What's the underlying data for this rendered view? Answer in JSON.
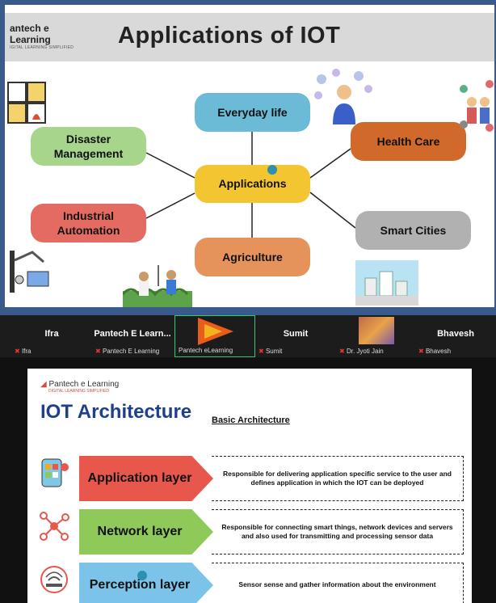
{
  "slide1": {
    "logo_line1": "antech e Learning",
    "logo_line2": "IGITAL LEARNING SIMPLIFIED",
    "title": "Applications of IOT",
    "nodes": {
      "center": "Applications",
      "everyday": "Everyday life",
      "disaster": "Disaster Management",
      "industrial": "Industrial Automation",
      "health": "Health Care",
      "smart": "Smart Cities",
      "agriculture": "Agriculture"
    },
    "colors": {
      "center": "#f2c531",
      "everyday": "#6bbad6",
      "disaster": "#a6d58b",
      "industrial": "#e46b62",
      "health": "#d0692a",
      "smart": "#b1b1b1",
      "agriculture": "#e5935a"
    }
  },
  "participants": [
    {
      "name": "Ifra",
      "sub": "Ifra"
    },
    {
      "name": "Pantech E Learn...",
      "sub": "Pantech E Learning"
    },
    {
      "name": "",
      "sub": "Pantech eLearning"
    },
    {
      "name": "Sumit",
      "sub": "Sumit"
    },
    {
      "name": "",
      "sub": "Dr. Jyoti Jain"
    },
    {
      "name": "Bhavesh",
      "sub": "Bhavesh"
    }
  ],
  "slide2": {
    "logo": "Pantech e Learning",
    "logo_sub": "DIGITAL LEARNING SIMPLIFIED",
    "title": "IOT Architecture",
    "subtitle": "Basic Architecture",
    "layers": [
      {
        "label": "Application layer",
        "desc": "Responsible for delivering application specific service to the user and defines application in which the IOT can be deployed",
        "color": "#e8574c"
      },
      {
        "label": "Network layer",
        "desc": "Responsible for connecting smart things, network devices and servers and also used for transmitting and processing sensor data",
        "color": "#8fc95a"
      },
      {
        "label": "Perception layer",
        "desc": "Sensor sense and gather information about the environment",
        "color": "#7cc3ea"
      }
    ]
  }
}
